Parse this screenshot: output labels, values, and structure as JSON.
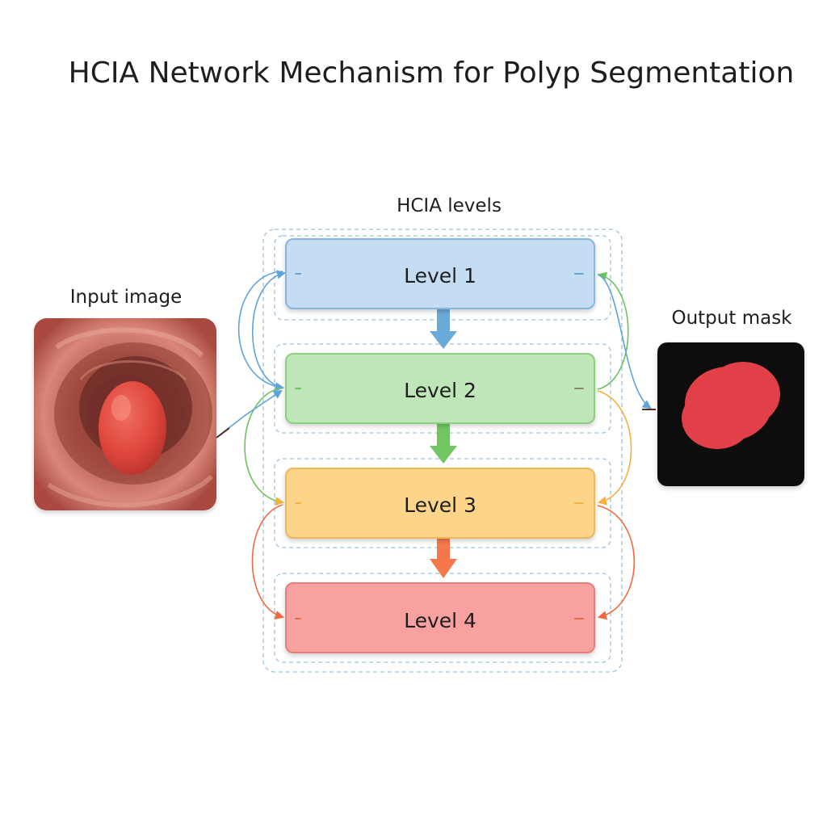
{
  "title": "HCIA Network Mechanism for Polyp Segmentation",
  "group_label": "HCIA levels",
  "input": {
    "label": "Input image"
  },
  "output": {
    "label": "Output mask"
  },
  "levels": [
    {
      "label": "Level 1",
      "fill": "#c4ddf2",
      "stroke": "#86b6e0",
      "accent": "#5fa3dd"
    },
    {
      "label": "Level 2",
      "fill": "#bfe6b8",
      "stroke": "#8cd07f",
      "accent": "#6cc35a"
    },
    {
      "label": "Level 3",
      "fill": "#fcd58a",
      "stroke": "#efb65a",
      "accent": "#f3b13f"
    },
    {
      "label": "Level 4",
      "fill": "#f7a2a0",
      "stroke": "#e77d79",
      "accent": "#f06a3f"
    }
  ],
  "colors": {
    "mask_background": "#0e0e0e",
    "mask_fill": "#e2404a",
    "tissue": "#c9695c",
    "polyp": "#e0473d",
    "dashed_border": "#9cc4dd"
  }
}
